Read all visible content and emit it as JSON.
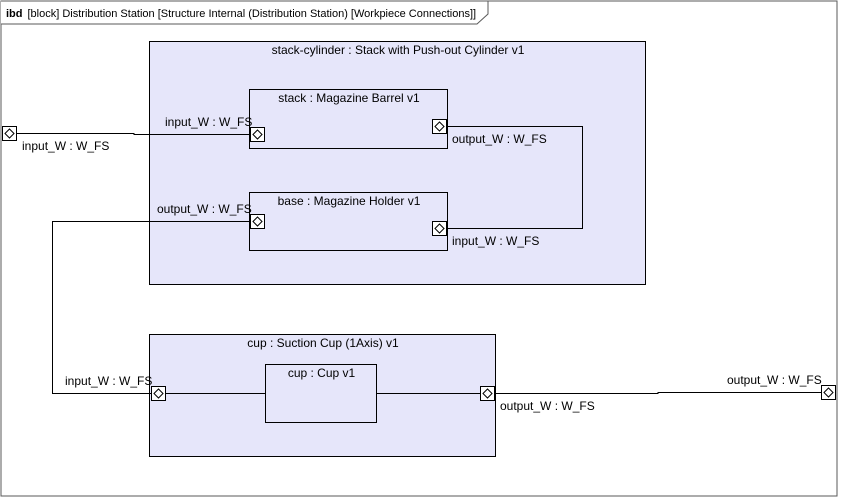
{
  "header": {
    "kind": "ibd",
    "title": "[block] Distribution Station [Structure Internal (Distribution Station) [Workpiece Connections]]"
  },
  "parts": {
    "stack_cylinder": {
      "title": "stack-cylinder : Stack with Push-out Cylinder v1"
    },
    "stack": {
      "title": "stack : Magazine Barrel v1"
    },
    "base": {
      "title": "base : Magazine Holder v1"
    },
    "cup_assembly": {
      "title": "cup : Suction Cup (1Axis) v1"
    },
    "cup": {
      "title": "cup : Cup v1"
    }
  },
  "ports": {
    "frame_input": "input_W : W_FS",
    "frame_output": "output_W : W_FS",
    "stack_input": "input_W : W_FS",
    "stack_output": "output_W : W_FS",
    "base_output": "output_W : W_FS",
    "base_input": "input_W : W_FS",
    "cup_input": "input_W : W_FS",
    "cup_output": "output_W : W_FS"
  },
  "colors": {
    "part_fill": "#e6e6fa",
    "line": "#000000",
    "frame_border": "#5a5a5a"
  }
}
